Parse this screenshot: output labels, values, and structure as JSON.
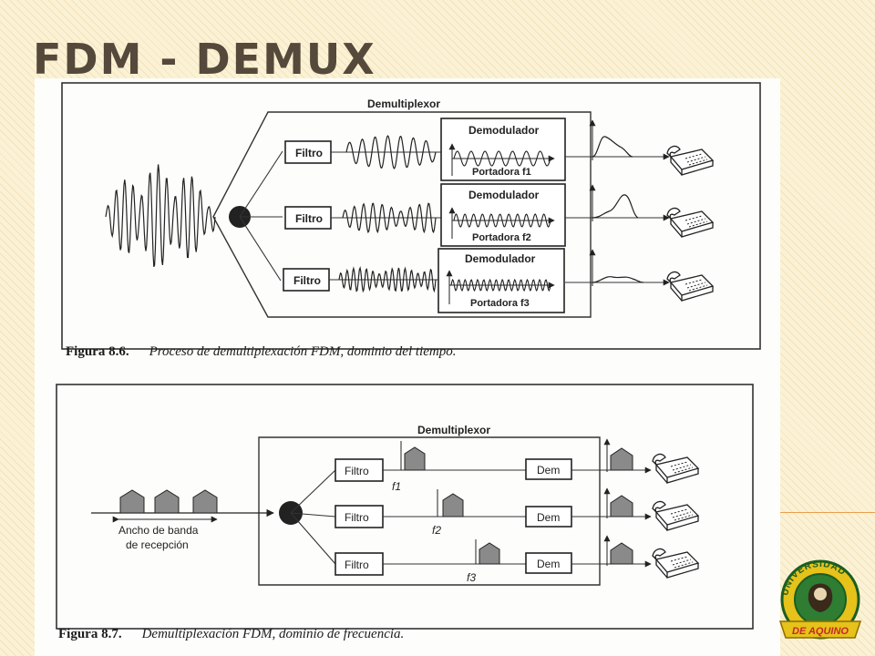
{
  "slide": {
    "title": "FDM - DEMUX"
  },
  "figure1": {
    "header": "Demultiplexor",
    "filter_label": "Filtro",
    "demod_label": "Demodulador",
    "carrier_labels": [
      "Portadora f1",
      "Portadora f2",
      "Portadora f3"
    ],
    "caption_number": "Figura 8.6.",
    "caption_text": "Proceso de demultiplexación FDM, dominio del tiempo."
  },
  "figure2": {
    "header": "Demultiplexor",
    "filter_label": "Filtro",
    "dem_label": "Dem",
    "freq_labels": [
      "f1",
      "f2",
      "f3"
    ],
    "bandwidth_label_line1": "Ancho de banda",
    "bandwidth_label_line2": "de recepción",
    "caption_number": "Figura 8.7.",
    "caption_text": "Demultiplexación FDM, dominio de frecuencia."
  },
  "logo": {
    "top_text": "UNIVERSIDAD",
    "ribbon_text": "DE AQUINO"
  },
  "colors": {
    "title": "#54493a",
    "accent": "#e8a050",
    "logo_gold": "#e6c21a",
    "logo_green": "#2e7d32"
  }
}
